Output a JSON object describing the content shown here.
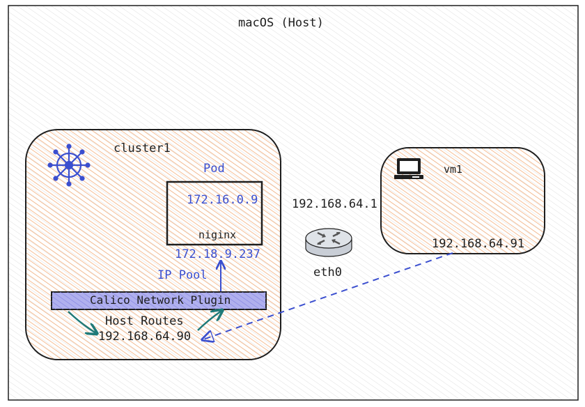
{
  "host": {
    "title": "macOS (Host)"
  },
  "cluster": {
    "name": "cluster1",
    "pod": {
      "label": "Pod",
      "ip": "172.16.0.9",
      "name": "niginx"
    },
    "service_ip": "172.18.9.237",
    "ip_pool_label": "IP Pool",
    "plugin_label": "Calico Network Plugin",
    "routes_label": "Host Routes",
    "node_ip": "192.168.64.90"
  },
  "router": {
    "ip": "192.168.64.1",
    "interface": "eth0"
  },
  "vm": {
    "name": "vm1",
    "ip": "192.168.64.91"
  },
  "colors": {
    "hachure": "#f2a46b",
    "text_blue": "#3b4fcf",
    "plugin_fill": "#a7a7ee",
    "arrow_teal": "#1f7a78",
    "stroke": "#1e1e1e",
    "router_fill": "#dfe3e8"
  }
}
